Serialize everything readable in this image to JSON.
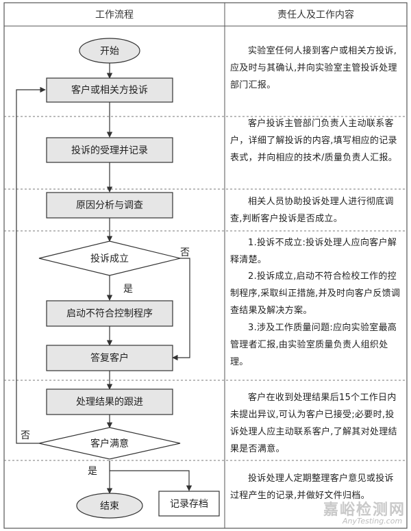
{
  "header": {
    "col_left": "工作流程",
    "col_right": "责任人及工作内容"
  },
  "nodes": {
    "start": "开始",
    "complaint": "客户或相关方投诉",
    "accept": "投诉的受理并记录",
    "analysis": "原因分析与调查",
    "decision": "投诉成立",
    "control": "启动不符合控制程序",
    "reply": "答复客户",
    "followup": "处理结果的跟进",
    "satisfied": "客户满意",
    "end": "结束",
    "archive": "记录存档"
  },
  "edge_labels": {
    "yes1": "是",
    "no1": "否",
    "no2": "否",
    "yes2": "是"
  },
  "descriptions": [
    "实验室任何人接到客户或相关方投诉,应及时与其确认,并向实验室主管投诉处理部门汇报。",
    "客户投诉主管部门负责人主动联系客户，详细了解投诉的内容,填写相应的记录表式，并向相应的技术/质量负责人汇报。",
    "相关人员协助投诉处理人进行彻底调查,判断客户投诉是否成立。",
    "1.投诉不成立:投诉处理人应向客户解释清楚。",
    "2.投诉成立,启动不符合检校工作的控制程序,采取纠正措施,并及时向客户反馈调查结果及解决方案。",
    "3.涉及工作质量问题:应向实验室最高管理者汇报,由实验室质量负责人组织处理。",
    "客户在收到处理结果后15个工作日内未提出异议,可认为客户已接受;必要时,投诉处理人应主动联系客户,了解其对处理结果是否满意。",
    "投诉处理人定期整理客户意见或投诉过程产生的记录,并做好文件归档。"
  ],
  "watermark": {
    "logo_text": "嘉峪检测网",
    "site": "AnyTesting.com"
  },
  "colors": {
    "node_fill": "#e6e6e6",
    "line": "#333333",
    "border": "#555555"
  }
}
